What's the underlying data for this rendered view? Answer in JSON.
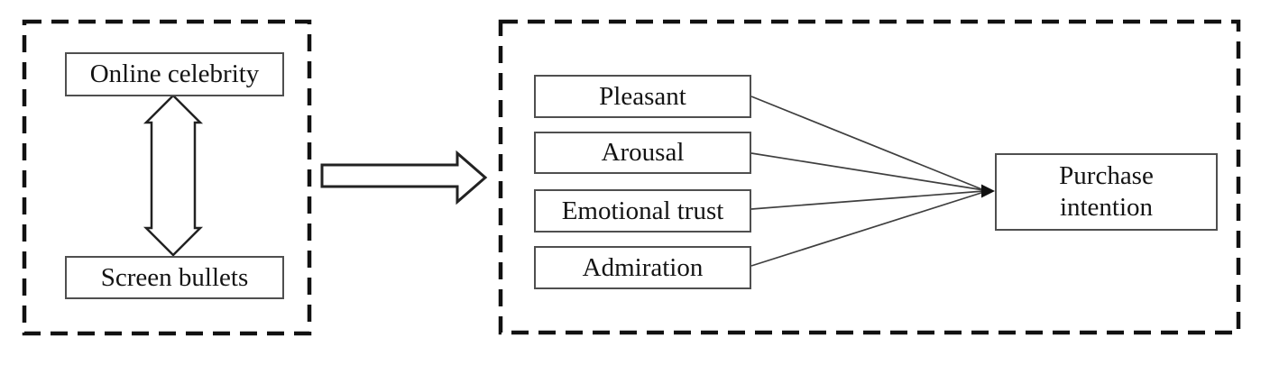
{
  "diagram": {
    "left_panel": {
      "top_box_label": "Online celebrity",
      "bottom_box_label": "Screen bullets",
      "relation": "bidirectional"
    },
    "transition": {
      "type": "block-arrow-right"
    },
    "right_panel": {
      "factor_boxes": [
        "Pleasant",
        "Arousal",
        "Emotional trust",
        "Admiration"
      ],
      "outcome_box_label": "Purchase intention"
    },
    "colors": {
      "background": "#ffffff",
      "dashed_frame": "#111111",
      "box_border": "#4f4f4f",
      "text": "#141414",
      "connector_line": "#3f3f3f",
      "arrowhead_fill": "#111111"
    }
  }
}
